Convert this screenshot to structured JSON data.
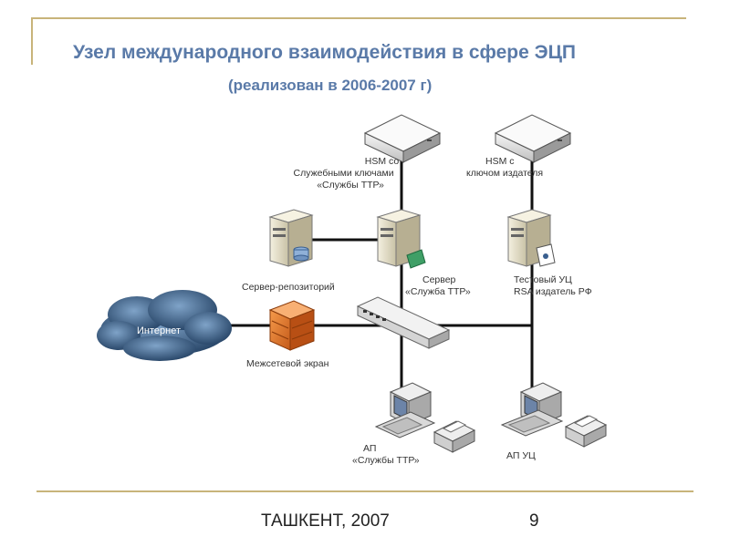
{
  "title": "Узел международного взаимодействия в сфере ЭЦП",
  "subtitle": "(реализован в 2006-2007 г)",
  "footer": {
    "city": "ТАШКЕНТ, 2007",
    "page": "9"
  },
  "nodes": {
    "hsm_service": [
      "HSM со",
      "Служебными ключами",
      "«Службы ТТР»"
    ],
    "hsm_issuer": [
      "HSM с",
      "ключом издателя"
    ],
    "repository": [
      "Сервер-репозиторий"
    ],
    "server_ttr": [
      "Сервер",
      "«Служба ТТР»"
    ],
    "test_ca": [
      "Тестовый УЦ",
      "RSA издатель РФ"
    ],
    "internet": [
      "Интернет"
    ],
    "firewall": [
      "Межсетевой экран"
    ],
    "ap_ttr": [
      "АП",
      "«Службы ТТР»"
    ],
    "ap_ca": [
      "АП УЦ"
    ]
  }
}
